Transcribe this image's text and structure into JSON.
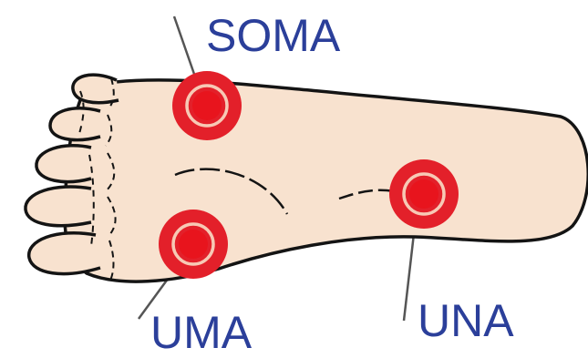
{
  "labels": {
    "soma": "SOMA",
    "uma": "UMA",
    "una": "UNA"
  },
  "colors": {
    "label_text": "#2b3f9a",
    "foot_fill": "#f8e2cf",
    "outline": "#141414",
    "marker_outer": "#e3202a",
    "marker_inner": "#f7c9b5",
    "leader_line": "#555555"
  }
}
